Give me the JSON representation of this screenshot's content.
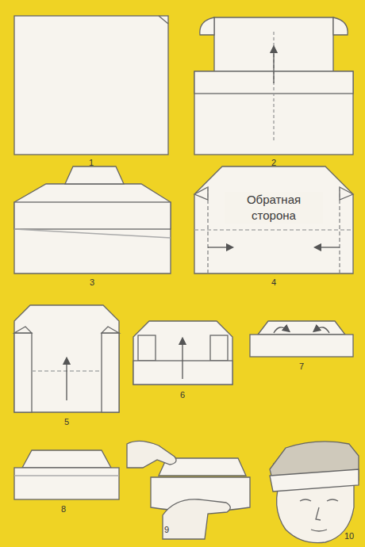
{
  "diagram": {
    "labels": [
      "1",
      "2",
      "3",
      "4",
      "Обратная сторона",
      "5",
      "6",
      "7",
      "8",
      "9",
      "10"
    ]
  }
}
